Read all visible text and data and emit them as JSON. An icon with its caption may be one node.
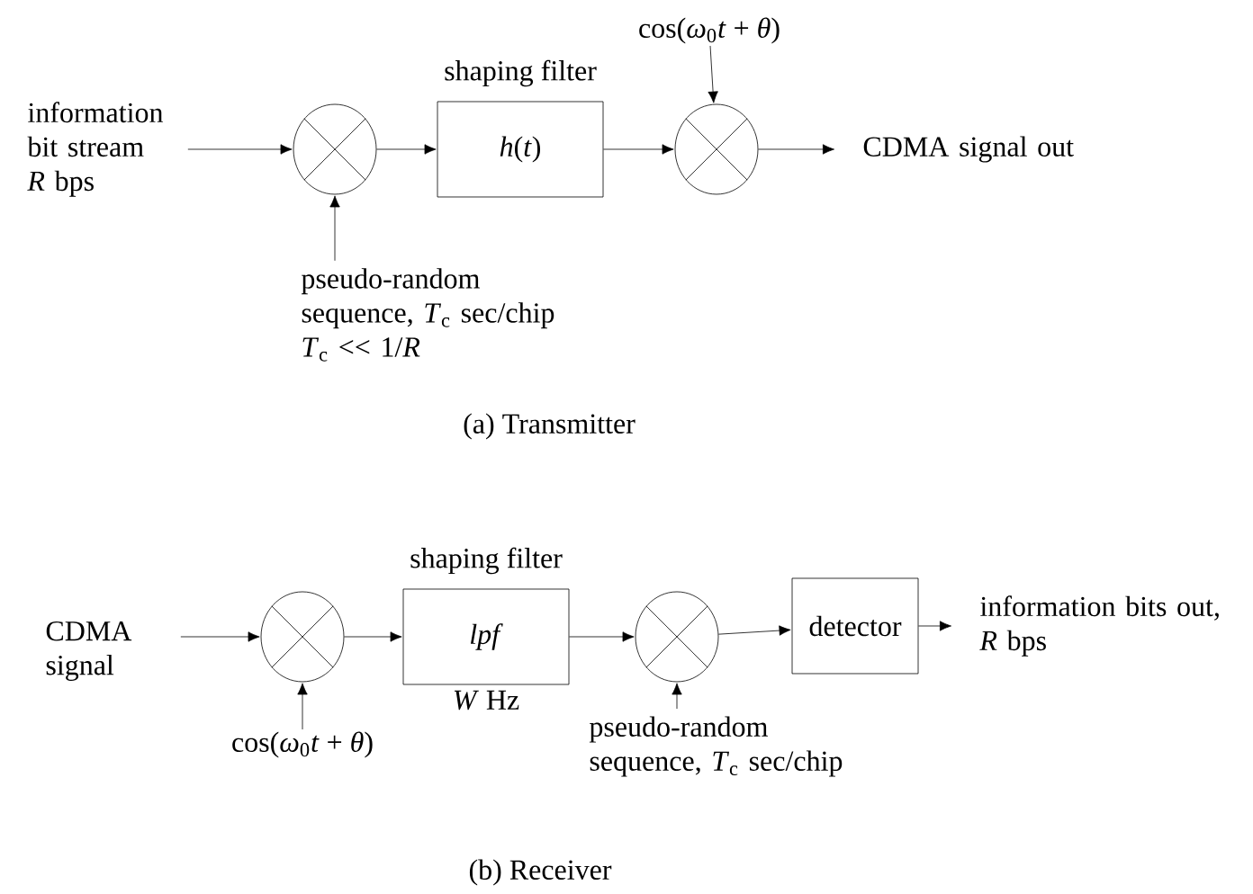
{
  "diagram": {
    "nodes": [
      {
        "text": [
          "information bit stream *R* bps"
        ]
      },
      {
        "text": [],
        "shape": "circle"
      },
      {
        "text": [
          "shaping filter",
          "*h*(*t*)"
        ]
      },
      {
        "text": [],
        "shape": "circle"
      },
      {
        "text": [
          "CDMA signal out"
        ]
      },
      {
        "text": [
          "cos(*ω*$_{0}$*t* + *θ*)"
        ]
      },
      {
        "text": [
          "pseudo-random sequence, *T*$_{c}$ sec/chip",
          "*T*$_{c}$ << 1/*R*"
        ]
      },
      {
        "text": [
          "CDMA signal"
        ]
      },
      {
        "text": [],
        "shape": "circle"
      },
      {
        "text": [
          "shaping filter",
          "*lpf*"
        ],
        "beside": [
          "*W* Hz"
        ]
      },
      {
        "text": [],
        "shape": "circle"
      },
      {
        "text": [
          "detector"
        ]
      },
      {
        "text": [
          "information bits out, *R* bps"
        ]
      },
      {
        "text": [
          "cos(*ω*$_{0}$*t* + *θ*)"
        ]
      },
      {
        "text": [
          "pseudo-random sequence, *T*$_{c}$ sec/chip"
        ]
      }
    ],
    "edges": [
      {
        "from": 0,
        "to": 1,
        "arrow": "to"
      },
      {
        "from": 1,
        "to": 2,
        "arrow": "to"
      },
      {
        "from": 2,
        "to": 3,
        "arrow": "to"
      },
      {
        "from": 3,
        "to": 4,
        "arrow": "to"
      },
      {
        "from": 5,
        "to": 3,
        "arrow": "to"
      },
      {
        "from": 6,
        "to": 1,
        "arrow": "to"
      },
      {
        "from": 7,
        "to": 8,
        "arrow": "to"
      },
      {
        "from": 8,
        "to": 9,
        "arrow": "to"
      },
      {
        "from": 9,
        "to": 10,
        "arrow": "to"
      },
      {
        "from": 10,
        "to": 11,
        "arrow": "to"
      },
      {
        "from": 11,
        "to": 12,
        "arrow": "to"
      },
      {
        "from": 13,
        "to": 8,
        "arrow": "to"
      },
      {
        "from": 14,
        "to": 10,
        "arrow": "to"
      }
    ],
    "labels": [
      "(a) Transmitter",
      "(b) Receiver"
    ]
  }
}
